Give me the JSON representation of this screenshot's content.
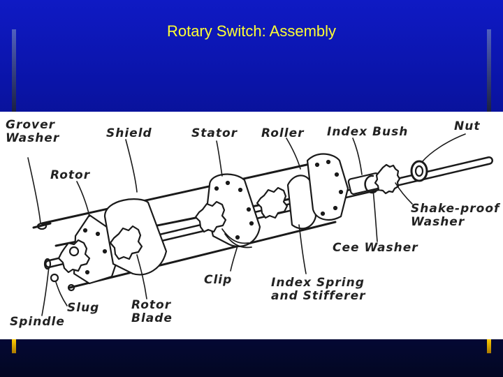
{
  "slide": {
    "title": "Rotary Switch: Assembly"
  },
  "diagram": {
    "labels": {
      "grover_line1": "Grover",
      "grover_line2": "Washer",
      "shield": "Shield",
      "stator": "Stator",
      "roller": "Roller",
      "index_bush": "Index  Bush",
      "nut": "Nut",
      "rotor": "Rotor",
      "shake_line1": "Shake-proof",
      "shake_line2": "Washer",
      "cee_washer": "Cee Washer",
      "clip": "Clip",
      "index_line1": "Index Spring",
      "index_line2": "and  Stifferer",
      "slug": "Slug",
      "rotor_blade_line1": "Rotor",
      "rotor_blade_line2": "Blade",
      "spindle": "Spindle"
    }
  },
  "colors": {
    "title": "#ffff33",
    "background": "#0a14a8",
    "accent_bar": "#ffcc00"
  }
}
